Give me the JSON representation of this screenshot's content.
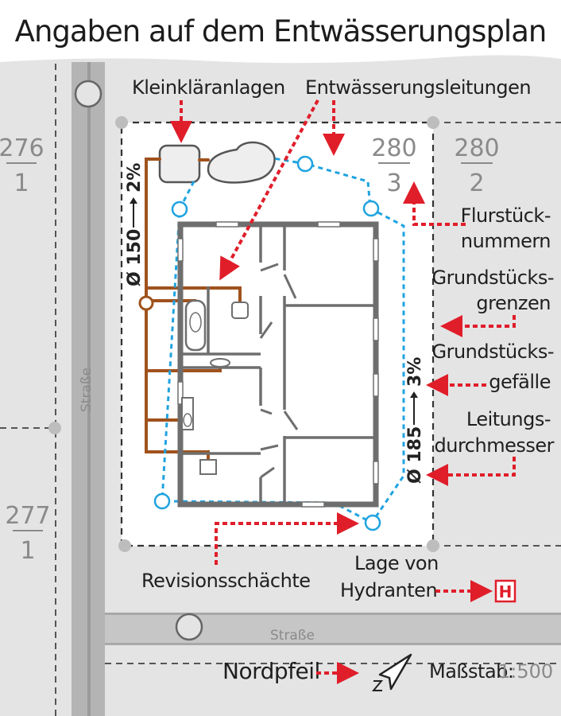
{
  "title": "Angaben auf dem Entwässerungsplan",
  "labels": {
    "kleinklaeranlagen": "Kleinkläranlagen",
    "entwaesserungsleitungen": "Entwässerungsleitungen",
    "flurstuecknummern": [
      "Flurstück-",
      "nummern"
    ],
    "grundstuecksgrenzen": [
      "Grundstücks-",
      "grenzen"
    ],
    "grundstuecksgefaelle": [
      "Grundstücks-",
      "gefälle"
    ],
    "leitungsdurchmesser": [
      "Leitungs-",
      "durchmesser"
    ],
    "revisionsschaechte": "Revisionsschächte",
    "hydranten": [
      "Lage von",
      "Hydranten"
    ],
    "hydrant_symbol": "H",
    "nordpfeil": "Nordpfeil",
    "massstab_label": "Maßstab:",
    "massstab_value": "1:500"
  },
  "parcels": {
    "p276": {
      "top": "276",
      "bottom": "1"
    },
    "p277": {
      "top": "277",
      "bottom": "1"
    },
    "p280_3": {
      "top": "280",
      "bottom": "3"
    },
    "p280_2": {
      "top": "280",
      "bottom": "2"
    }
  },
  "streets": {
    "vertical": "Straße",
    "horizontal": "Straße"
  },
  "pipes": {
    "left_diameter": "Ø 150",
    "left_slope": "2%",
    "right_diameter": "Ø 185",
    "right_slope": "3%"
  },
  "colors": {
    "accent_red": "#e01e2a",
    "pipe_brown": "#a0521d",
    "pipe_blue": "#1fa3e0",
    "wall_gray": "#6e6e6e",
    "land_gray": "#e4e4e4",
    "street_gray": "#b4b4b4"
  }
}
